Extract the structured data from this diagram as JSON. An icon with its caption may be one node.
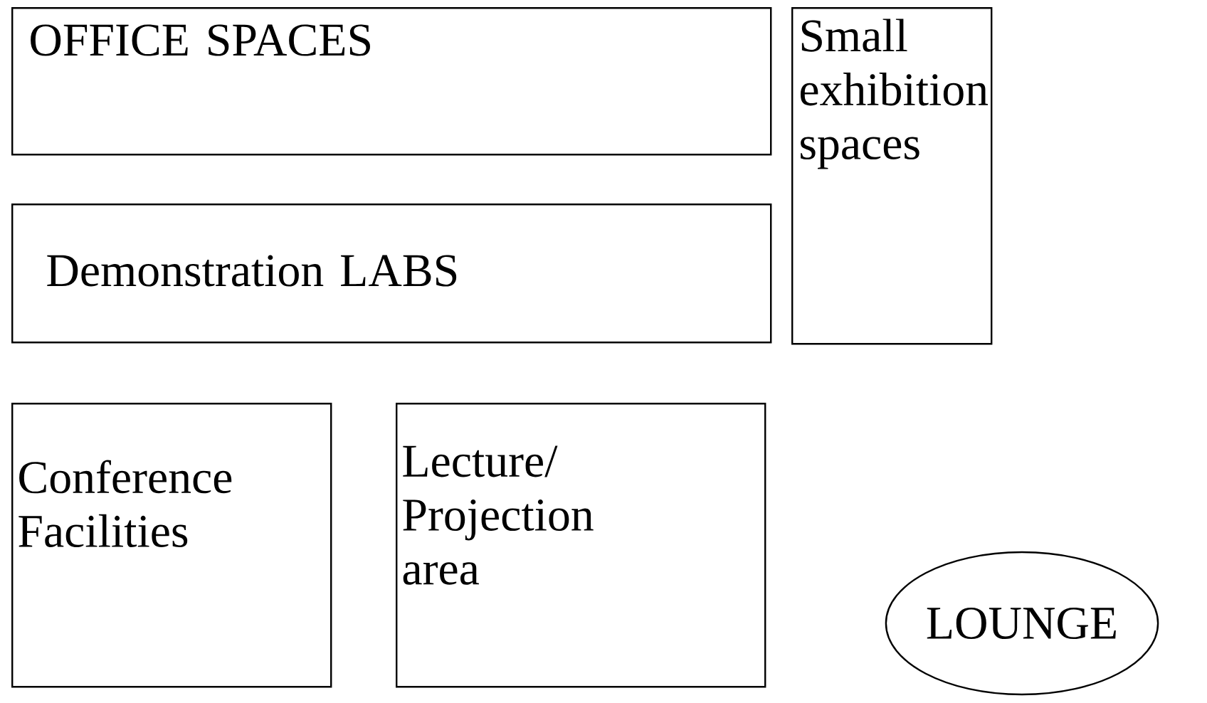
{
  "diagram": {
    "nodes": [
      {
        "text": [
          "OFFICE SPACES"
        ]
      },
      {
        "text": [
          "Small exhibition spaces"
        ]
      },
      {
        "text": [
          "Demonstration LABS"
        ]
      },
      {
        "text": [
          "Conference Facilities"
        ]
      },
      {
        "text": [
          "Lecture/ Projection area"
        ]
      },
      {
        "text": [
          "LOUNGE"
        ]
      }
    ]
  }
}
